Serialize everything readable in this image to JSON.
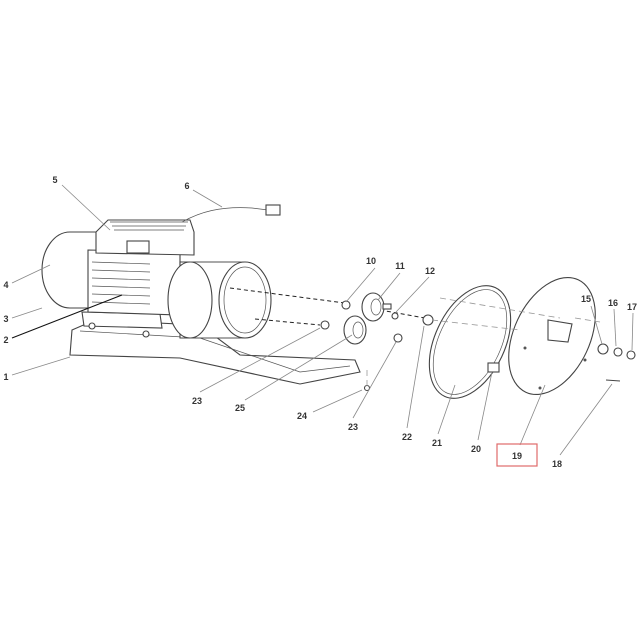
{
  "diagram": {
    "callouts": {
      "c1": "1",
      "c2": "2",
      "c3": "3",
      "c4": "4",
      "c5": "5",
      "c6": "6",
      "c10": "10",
      "c11": "11",
      "c12": "12",
      "c15": "15",
      "c16": "16",
      "c17": "17",
      "c18": "18",
      "c19": "19",
      "c20": "20",
      "c21": "21",
      "c22": "22",
      "c23a": "23",
      "c23b": "23",
      "c24": "24",
      "c25": "25"
    },
    "highlighted_part": "19",
    "highlight_color": "#e06a6a"
  }
}
